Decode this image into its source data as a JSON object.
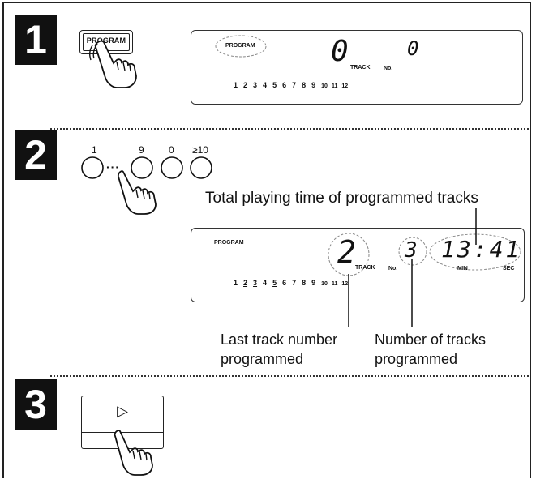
{
  "steps": [
    "1",
    "2",
    "3"
  ],
  "step1": {
    "button_label": "PROGRAM",
    "display": {
      "program_label": "PROGRAM",
      "track_digit": "0",
      "track_label": "TRACK",
      "no_label": "No.",
      "count_digit": "0",
      "track_numbers": [
        "1",
        "2",
        "3",
        "4",
        "5",
        "6",
        "7",
        "8",
        "9",
        "10",
        "11",
        "12"
      ]
    }
  },
  "step2": {
    "number_buttons": [
      "1",
      "9",
      "0",
      "≥10"
    ],
    "ellipsis": "···",
    "caption_total": "Total playing time of programmed tracks",
    "display": {
      "program_label": "PROGRAM",
      "track_digit": "2",
      "track_label": "TRACK",
      "no_label": "No.",
      "count_digit": "3",
      "time": "13:41",
      "min_label": "MIN",
      "sec_label": "SEC",
      "track_numbers": [
        "1",
        "2",
        "3",
        "4",
        "5",
        "6",
        "7",
        "8",
        "9",
        "10",
        "11",
        "12"
      ]
    },
    "caption_last_1": "Last track number",
    "caption_last_2": "programmed",
    "caption_count_1": "Number of tracks",
    "caption_count_2": "programmed"
  },
  "step3": {
    "play_symbol": "▷"
  }
}
